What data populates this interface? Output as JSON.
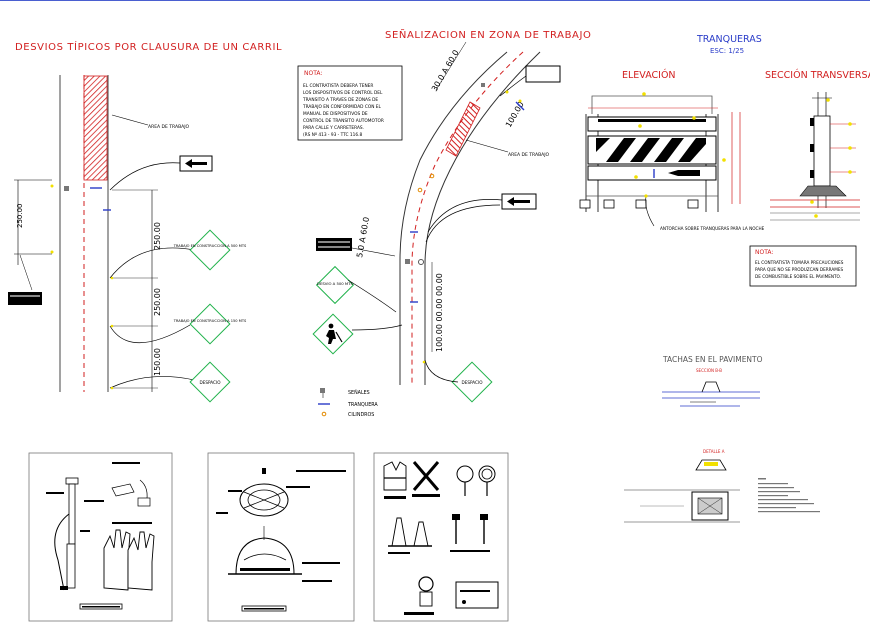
{
  "titles": {
    "desvios": "DESVIOS TÍPICOS POR CLAUSURA DE UN CARRIL",
    "senalizacion": "SEÑALIZACION EN ZONA DE TRABAJO",
    "tranqueras": "TRANQUERAS",
    "escala": "ESC: 1/25",
    "elevacion": "ELEVACIÓN",
    "seccion": "SECCIÓN TRANSVERSAL",
    "tachas": "TACHAS EN EL PAVIMENTO"
  },
  "left_plan": {
    "area_label": "AREA DE TRABAJO",
    "dims": [
      "250.00",
      "250.00",
      "150.00"
    ],
    "left_dim": "250.00",
    "signs": [
      "TRABAJO EN CONSTRUCCION A 500 MTS",
      "TRABAJO EN CONSTRUCCION A 150 MTS",
      "DESPACIO"
    ]
  },
  "middle_plan": {
    "nota_title": "NOTA:",
    "nota_lines": [
      "EL CONTRATISTA DEBERA TENER",
      "LOS DISPOSITIVOS DE CONTROL DEL",
      "TRANSITO A TRAVES DE ZONAS DE",
      "TRABAJO EN CONFORMIDAD CON EL",
      "MANUAL DE DISPOSITIVOS DE",
      "CONTROL DE TRANSITO AUTOMOTOR",
      "PARA CALLE Y CARRETERAS.",
      "(RS Nº 413 - 93 - TTC 116.8"
    ],
    "dim_top": "30.0 A 60.0",
    "dim_mid": "100.00",
    "dim_low": "5.0 A 60.0",
    "dim_vert": "100.00 00.00 00.00",
    "area_label": "AREA DE TRABAJO",
    "signs": [
      "DESVIO A 500 MTS",
      "DESPACIO"
    ],
    "legend": [
      "SEÑALES",
      "TRANQUERA",
      "CILINDROS"
    ]
  },
  "tranqueras": {
    "lamp_label": "ANTORCHA SOBRE TRANQUERAS PARA LA NOCHE",
    "nota_title": "NOTA:",
    "nota_lines": [
      "EL CONTRATISTA TOMARA PRECAUCIONES",
      "PARA QUE NO SE PRODUZCAN DERRAMES",
      "DE COMBUSTIBLE SOBRE EL PAVIMENTO."
    ]
  },
  "tachas": {
    "section_label": "SECCION B-B",
    "detail_label": "DETALLE A"
  },
  "colors": {
    "accent": "#d21f1f",
    "sign_green": "#1fb24a",
    "yellow": "#f2e000",
    "blue": "#2a3cc8",
    "cad_gray": "#808080"
  }
}
